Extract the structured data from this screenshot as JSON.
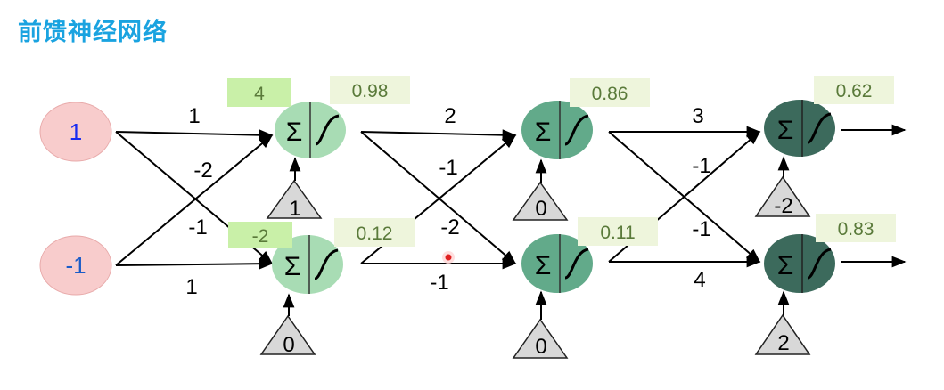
{
  "title": "前馈神经网络",
  "inputs": [
    "1",
    "-1"
  ],
  "neuron_symbol": "Σ",
  "layer1": {
    "weights": {
      "w11": "1",
      "w21": "-1",
      "w12": "-2",
      "w22": "1"
    },
    "biases": [
      "1",
      "0"
    ],
    "sums": [
      "4",
      "-2"
    ],
    "outputs": [
      "0.98",
      "0.12"
    ]
  },
  "layer2": {
    "weights": {
      "w11": "2",
      "w21": "-1",
      "w12": "-2",
      "w22": "-1"
    },
    "biases": [
      "0",
      "0"
    ],
    "outputs": [
      "0.86",
      "0.11"
    ]
  },
  "layer3": {
    "weights": {
      "w11": "3",
      "w21": "-1",
      "w12": "-1",
      "w22": "4"
    },
    "biases": [
      "-2",
      "2"
    ],
    "outputs": [
      "0.62",
      "0.83"
    ]
  },
  "colors": {
    "title": "#1aa3e0",
    "input_fill": "#f8cccc",
    "input_text": "#1a2cf0",
    "input_text_neg": "#1a5cc8",
    "layer1_fill": "#a8dcb4",
    "layer2_fill": "#62aa8a",
    "layer3_fill": "#3c6a5c",
    "sum_box": "#c9f0a8",
    "output_box": "#eef5dc",
    "output_text": "#5a7a3a",
    "bias_fill": "#d8d8d8"
  },
  "icons": {
    "sigmoid": "sigmoid-curve-icon",
    "arrow": "arrow-icon"
  }
}
